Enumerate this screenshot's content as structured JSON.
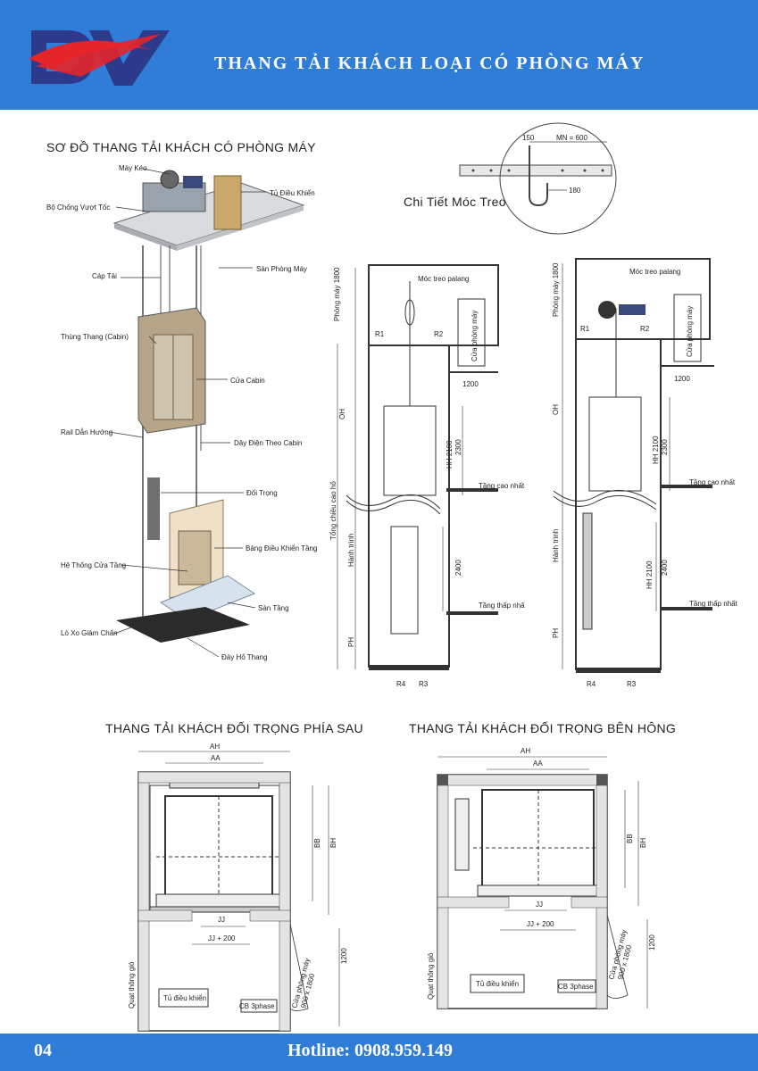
{
  "header": {
    "title": "THANG TẢI KHÁCH LOẠI CÓ PHÒNG MÁY"
  },
  "sections": {
    "iso_title": "SƠ ĐỒ THANG TẢI KHÁCH CÓ PHÒNG MÁY",
    "hook_title": "Chi Tiết Móc Treo",
    "rear_title": "THANG TẢI KHÁCH ĐỐI TRỌNG PHÍA SAU",
    "side_title": "THANG TẢI KHÁCH ĐỐI TRỌNG BÊN HÔNG"
  },
  "iso_labels": [
    "Máy Kéo",
    "Tủ Điều Khiển",
    "Bộ Chống Vượt Tốc",
    "Sàn Phòng Máy",
    "Cáp Tải",
    "Thùng Thang (Cabin)",
    "Cửa Cabin",
    "Rail Dẫn Hướng",
    "Dây Điện Theo Cabin",
    "Đối Trọng",
    "Bảng Điều Khiển Tầng",
    "Hệ Thống Cửa Tầng",
    "Sàn Tầng",
    "Lò Xo Giảm Chấn",
    "Đáy Hố Thang"
  ],
  "hook": {
    "dim_top": "MN = 600",
    "dim_left": "150",
    "dim_right": "180"
  },
  "elevation": {
    "hook": "Móc treo palang",
    "machine_room": "Phòng máy 1800",
    "door": "Cửa phòng máy",
    "r1": "R1",
    "r2": "R2",
    "r3": "R3",
    "r4": "R4",
    "w1200": "1200",
    "oh": "OH",
    "total": "Tổng chiều cao hố",
    "travel": "Hành trình",
    "pit": "PH",
    "hh": "HH 2100",
    "d2300": "2300",
    "d2400": "2400",
    "hh2": "HH 2100",
    "top_floor": "Tầng cao nhất",
    "bottom_floor": "Tầng thấp nhất"
  },
  "plan": {
    "ah": "AH",
    "aa": "AA",
    "bb": "BB",
    "bh": "BH",
    "jj": "JJ",
    "jj200": "JJ + 200",
    "d1200": "1200",
    "fan": "Quạt thông gió",
    "panel": "Tủ điều khiển",
    "cb": "CB 3phase",
    "mr_door": "Cửa phòng máy",
    "mr_size": "900 x 1800"
  },
  "footer": {
    "page": "04",
    "hotline": "Hotline: 0908.959.149"
  },
  "colors": {
    "brand_blue": "#2f7dd6",
    "logo_red": "#e5252a",
    "logo_navy": "#2d3a8c"
  }
}
